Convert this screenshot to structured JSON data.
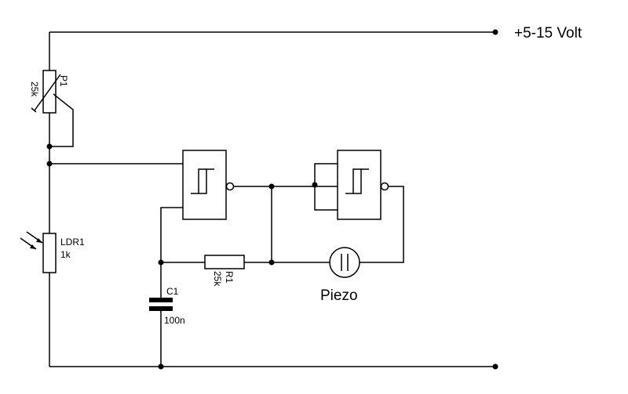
{
  "supply_label": "+5-15 Volt",
  "components": {
    "p1": {
      "name": "P1",
      "value": "25k"
    },
    "ldr1": {
      "name": "LDR1",
      "value": "1k"
    },
    "c1": {
      "name": "C1",
      "value": "100n"
    },
    "r1": {
      "name": "R1",
      "value": "25k"
    },
    "piezo": {
      "name": "Piezo"
    }
  }
}
